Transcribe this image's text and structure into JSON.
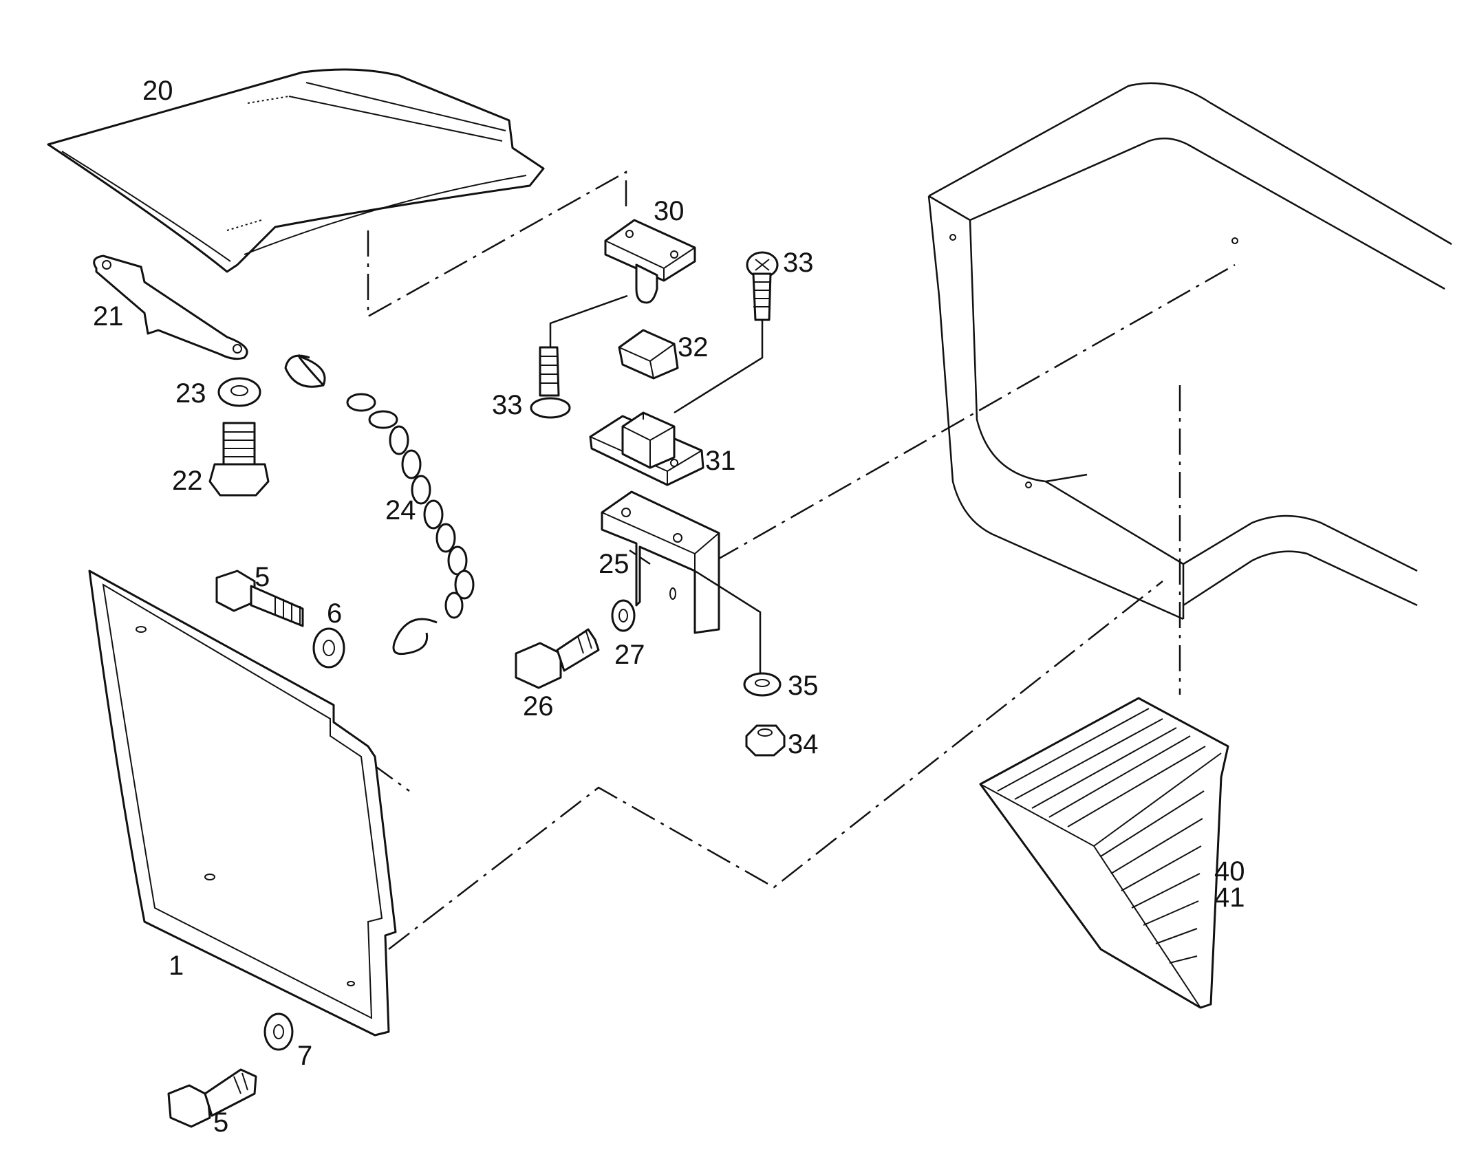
{
  "labels": {
    "p1": "1",
    "p5a": "5",
    "p5b": "5",
    "p6": "6",
    "p7": "7",
    "p20": "20",
    "p21": "21",
    "p22": "22",
    "p23": "23",
    "p24": "24",
    "p25": "25",
    "p26": "26",
    "p27": "27",
    "p30": "30",
    "p31": "31",
    "p32": "32",
    "p33a": "33",
    "p33b": "33",
    "p34": "34",
    "p35": "35",
    "p40": "40",
    "p41": "41"
  }
}
